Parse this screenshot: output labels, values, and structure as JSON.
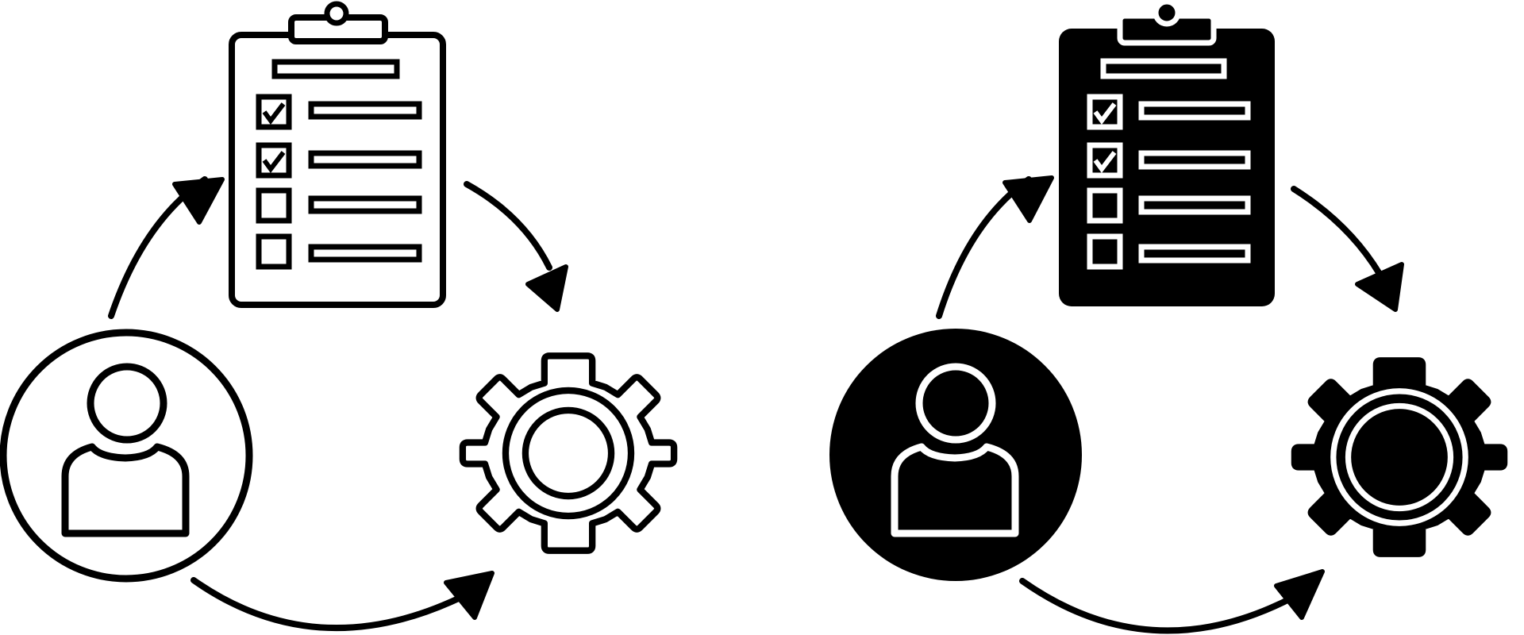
{
  "image": {
    "background": "#ffffff",
    "ink": "#000000"
  },
  "variants": [
    {
      "style": "outline",
      "nodes": [
        "user-icon",
        "checklist-icon",
        "gear-icon"
      ],
      "checklist": {
        "rows": 4,
        "checked": [
          true,
          true,
          false,
          false
        ]
      },
      "arrows": [
        "user-to-checklist",
        "checklist-to-gear",
        "user-to-gear"
      ]
    },
    {
      "style": "filled",
      "nodes": [
        "user-icon",
        "checklist-icon",
        "gear-icon"
      ],
      "checklist": {
        "rows": 4,
        "checked": [
          true,
          true,
          false,
          false
        ]
      },
      "arrows": [
        "user-to-checklist",
        "checklist-to-gear",
        "user-to-gear"
      ]
    }
  ]
}
